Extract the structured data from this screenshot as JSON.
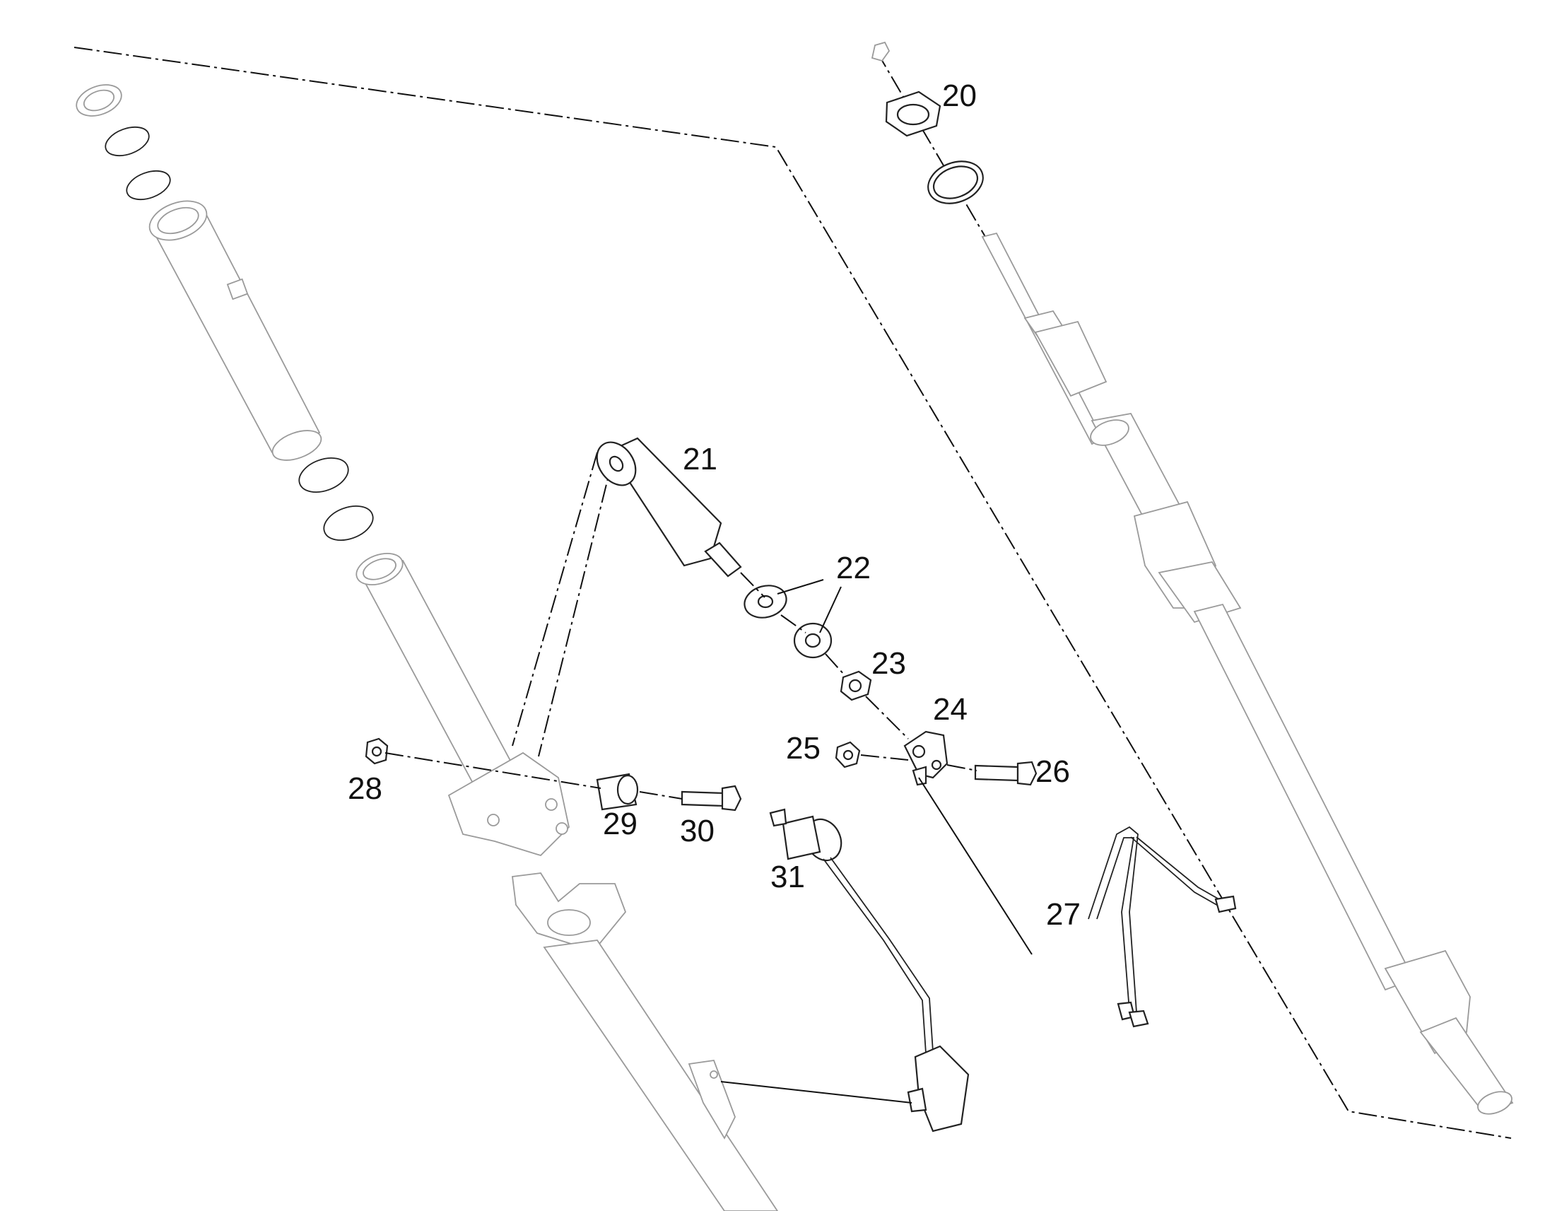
{
  "diagram": {
    "type": "exploded-parts-view",
    "callouts": [
      {
        "id": "20",
        "label": "20"
      },
      {
        "id": "21",
        "label": "21"
      },
      {
        "id": "22",
        "label": "22"
      },
      {
        "id": "23",
        "label": "23"
      },
      {
        "id": "24",
        "label": "24"
      },
      {
        "id": "25",
        "label": "25"
      },
      {
        "id": "26",
        "label": "26"
      },
      {
        "id": "27",
        "label": "27"
      },
      {
        "id": "28",
        "label": "28"
      },
      {
        "id": "29",
        "label": "29"
      },
      {
        "id": "30",
        "label": "30"
      },
      {
        "id": "31",
        "label": "31"
      }
    ],
    "colors": {
      "line": "#222222",
      "ghost": "#9a9a9a",
      "background": "#ffffff"
    }
  }
}
